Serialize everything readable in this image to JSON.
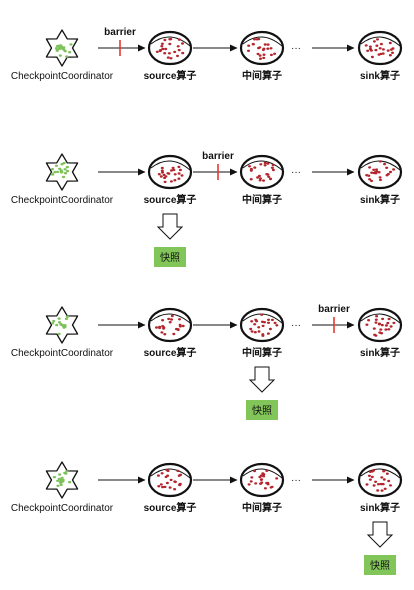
{
  "coordinator_label": "CheckpointCoordinator",
  "source_label": "source算子",
  "middle_label": "中间算子",
  "ellipsis": "···",
  "sink_label": "sink算子",
  "barrier_label": "barrier",
  "snapshot_label": "快照",
  "stages": [
    {
      "barrier_at": "before-source",
      "snapshot_at": "none"
    },
    {
      "barrier_at": "before-middle",
      "snapshot_at": "source"
    },
    {
      "barrier_at": "before-sink",
      "snapshot_at": "middle"
    },
    {
      "barrier_at": "none",
      "snapshot_at": "sink"
    }
  ],
  "colors": {
    "star_fill": "#ffffff",
    "star_dots": "#7dc25a",
    "operator_dots": "#b3262d",
    "barrier": "#e53935",
    "snapshot_fill": "#82c65a",
    "stroke": "#111111"
  }
}
